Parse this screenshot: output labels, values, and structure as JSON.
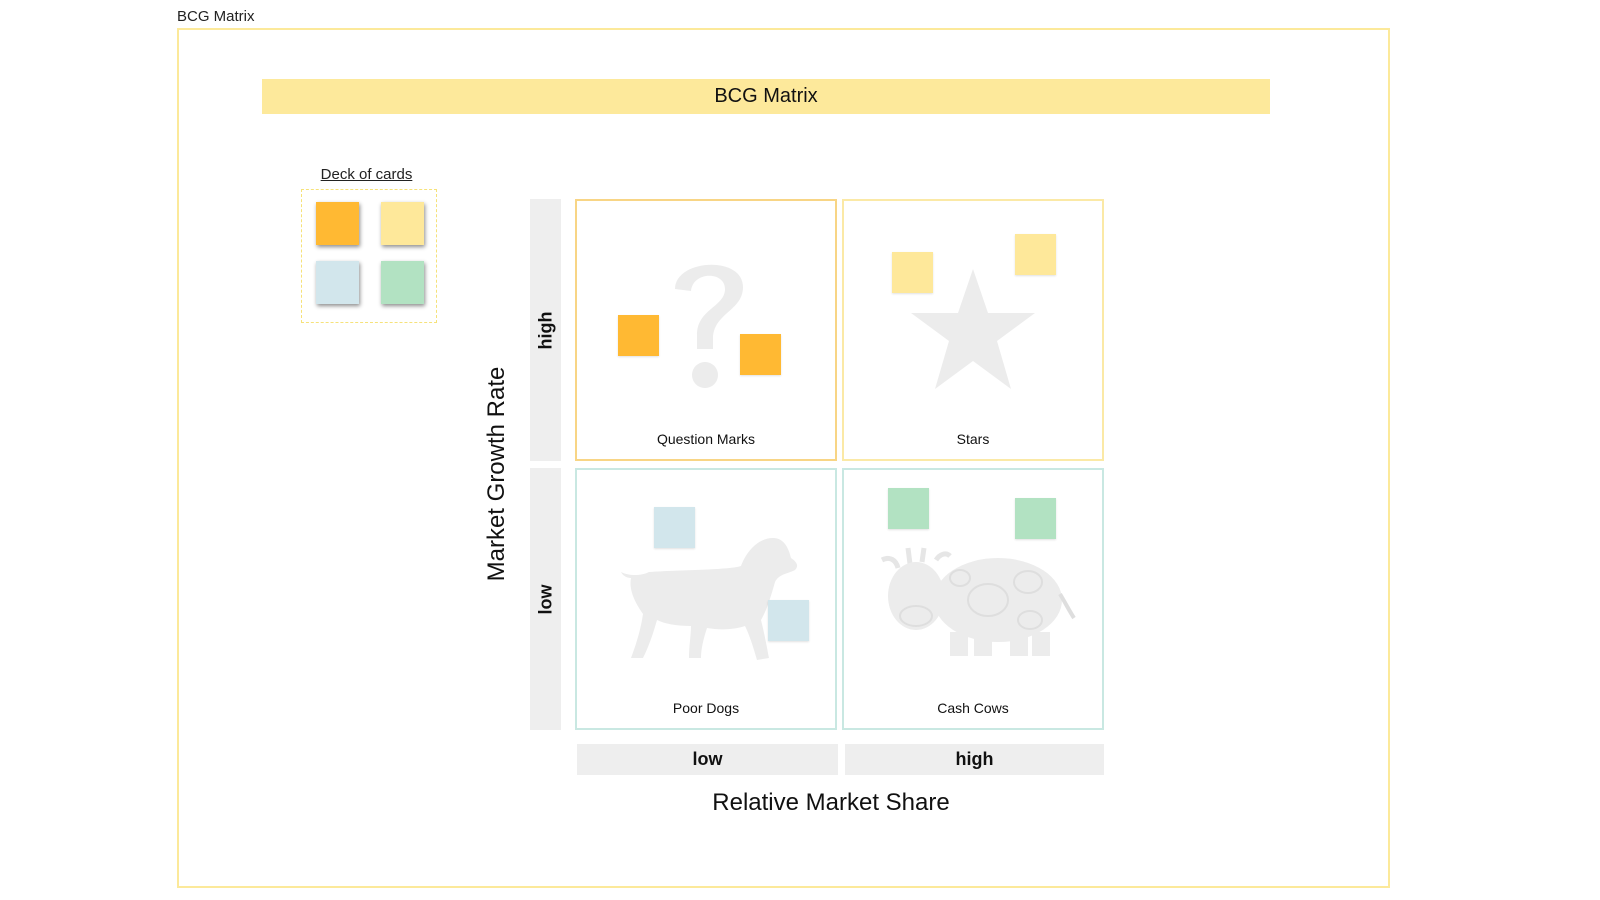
{
  "frame": {
    "label": "BCG Matrix"
  },
  "header": {
    "title": "BCG Matrix"
  },
  "deck": {
    "title": "Deck of cards",
    "cards": [
      {
        "color": "#ffb933"
      },
      {
        "color": "#fee89a"
      },
      {
        "color": "#d2e6ec"
      },
      {
        "color": "#b2e2c2"
      }
    ]
  },
  "axes": {
    "y_title": "Market Growth Rate",
    "x_title": "Relative Market Share",
    "y_high": "high",
    "y_low": "low",
    "x_low": "low",
    "x_high": "high"
  },
  "quadrants": {
    "question_marks": {
      "label": "Question Marks",
      "icon": "question-mark-icon",
      "note_color": "#ffb933",
      "border_color": "#f8d585"
    },
    "stars": {
      "label": "Stars",
      "icon": "star-icon",
      "note_color": "#fee89a",
      "border_color": "#fbe9a6"
    },
    "poor_dogs": {
      "label": "Poor Dogs",
      "icon": "dog-icon",
      "note_color": "#d2e6ec",
      "border_color": "#c9e8e2"
    },
    "cash_cows": {
      "label": "Cash Cows",
      "icon": "cow-icon",
      "note_color": "#b2e2c2",
      "border_color": "#c9e8e2"
    }
  }
}
